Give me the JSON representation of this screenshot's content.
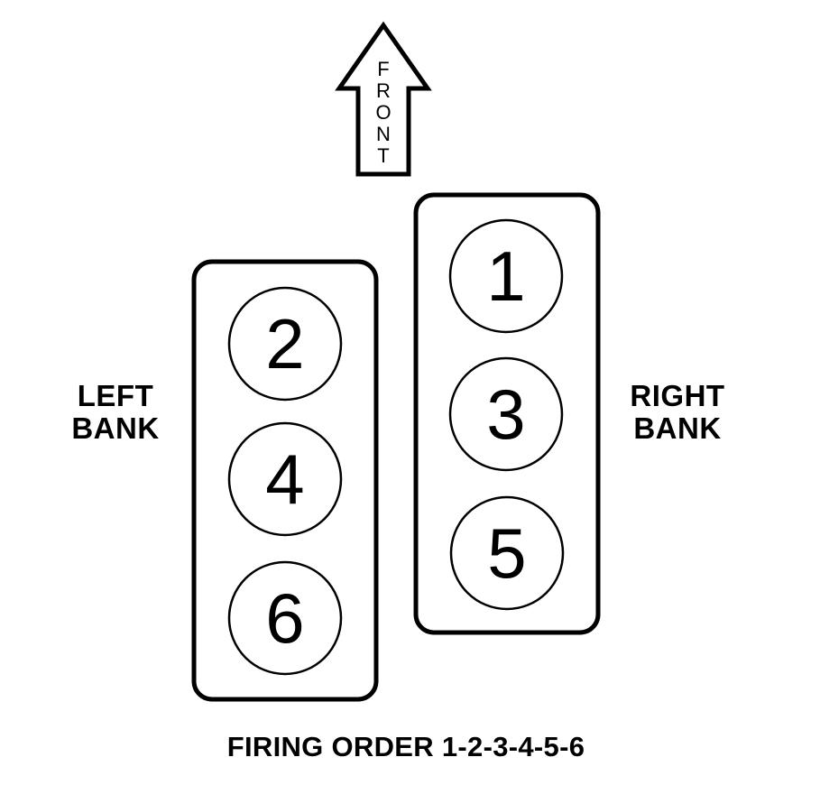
{
  "arrow": {
    "label_letters": [
      "F",
      "R",
      "O",
      "N",
      "T"
    ]
  },
  "left_bank": {
    "label_line1": "LEFT",
    "label_line2": "BANK",
    "cylinders": [
      "2",
      "4",
      "6"
    ]
  },
  "right_bank": {
    "label_line1": "RIGHT",
    "label_line2": "BANK",
    "cylinders": [
      "1",
      "3",
      "5"
    ]
  },
  "footer": {
    "firing_order": "FIRING ORDER 1-2-3-4-5-6"
  }
}
